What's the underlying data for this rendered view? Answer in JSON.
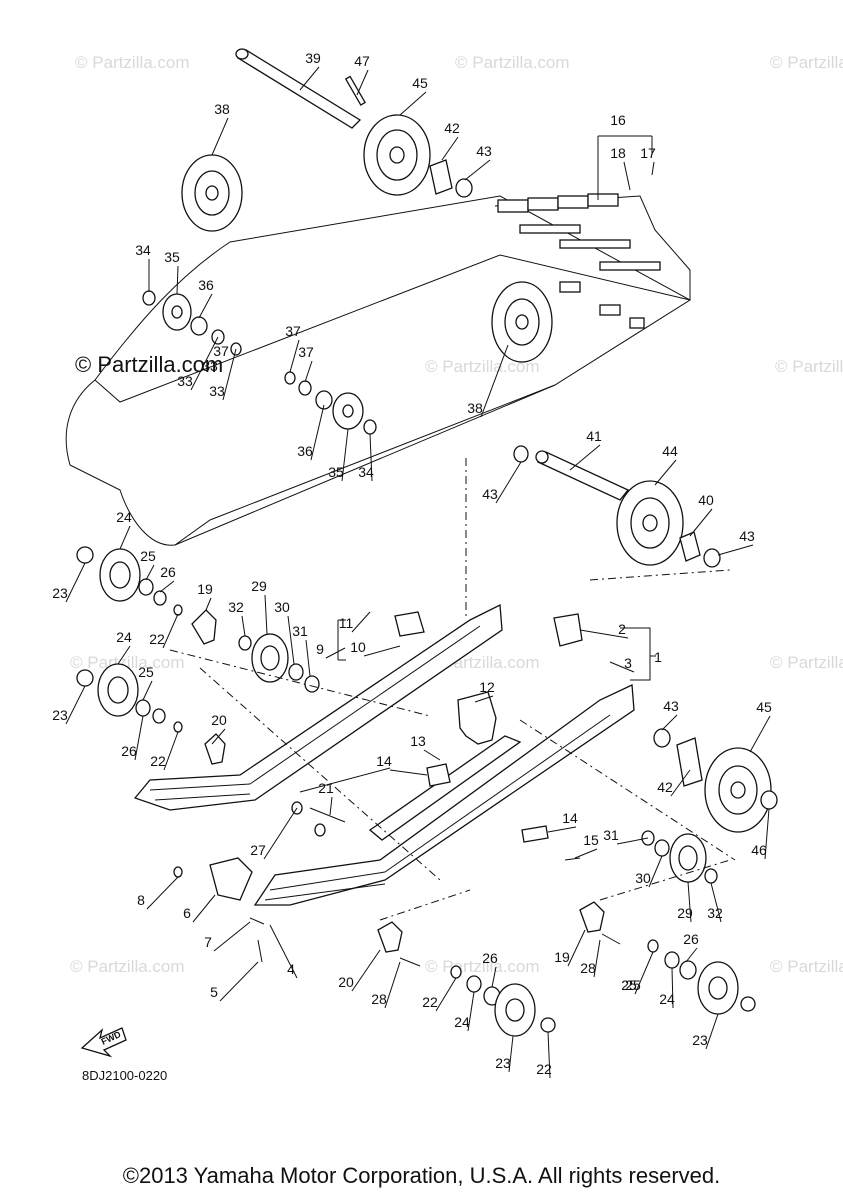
{
  "watermark": "© Partzilla.com",
  "watermark_main": "© Partzilla.com",
  "diagram_code": "8DJ2100-0220",
  "fwd_label": "FWD",
  "copyright": "©2013 Yamaha Motor Corporation, U.S.A. All rights reserved.",
  "callouts": [
    "39",
    "47",
    "45",
    "38",
    "42",
    "43",
    "16",
    "18",
    "17",
    "34",
    "35",
    "36",
    "37",
    "33",
    "33",
    "37",
    "37",
    "33",
    "38",
    "36",
    "35",
    "34",
    "41",
    "44",
    "43",
    "40",
    "43",
    "24",
    "25",
    "26",
    "23",
    "19",
    "32",
    "29",
    "30",
    "31",
    "22",
    "11",
    "10",
    "9",
    "2",
    "3",
    "1",
    "24",
    "25",
    "26",
    "23",
    "22",
    "20",
    "12",
    "13",
    "14",
    "21",
    "43",
    "45",
    "42",
    "46",
    "27",
    "14",
    "15",
    "8",
    "6",
    "31",
    "30",
    "29",
    "32",
    "7",
    "4",
    "5",
    "20",
    "28",
    "22",
    "19",
    "28",
    "25",
    "26",
    "24",
    "23",
    "22",
    "25",
    "26",
    "24",
    "23"
  ]
}
